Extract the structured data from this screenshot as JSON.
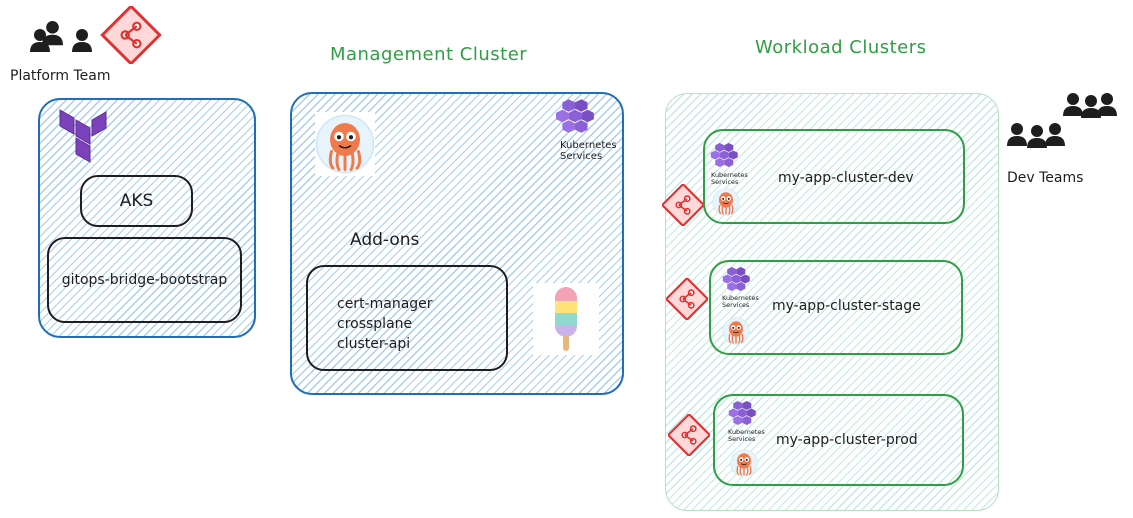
{
  "platform": {
    "team_label": "Platform Team",
    "aks_label": "AKS",
    "bootstrap_label": "gitops-bridge-bootstrap"
  },
  "management": {
    "title": "Management Cluster",
    "k8s_label_1": "Kubernetes",
    "k8s_label_2": "Services",
    "addons_title": "Add-ons",
    "addons": [
      "cert-manager",
      "crossplane",
      "cluster-api"
    ]
  },
  "workload": {
    "title": "Workload Clusters",
    "dev_teams_label": "Dev Teams",
    "clusters": [
      {
        "name": "my-app-cluster-dev",
        "k8s_1": "Kubernetes",
        "k8s_2": "Services"
      },
      {
        "name": "my-app-cluster-stage",
        "k8s_1": "Kubernetes",
        "k8s_2": "Services"
      },
      {
        "name": "my-app-cluster-prod",
        "k8s_1": "Kubernetes",
        "k8s_2": "Services"
      }
    ]
  },
  "colors": {
    "blue": "#1f6fb8",
    "green": "#2f9e44",
    "light_green": "#b7dfc0",
    "git_red": "#e03131",
    "k8s_purple": "#8b5fd6",
    "argo_orange": "#ef7b4d",
    "terraform_purple": "#7b42bc"
  },
  "icons": [
    "users-icon",
    "git-icon",
    "terraform-icon",
    "argo-icon",
    "kubernetes-services-icon",
    "popsicle-icon"
  ]
}
